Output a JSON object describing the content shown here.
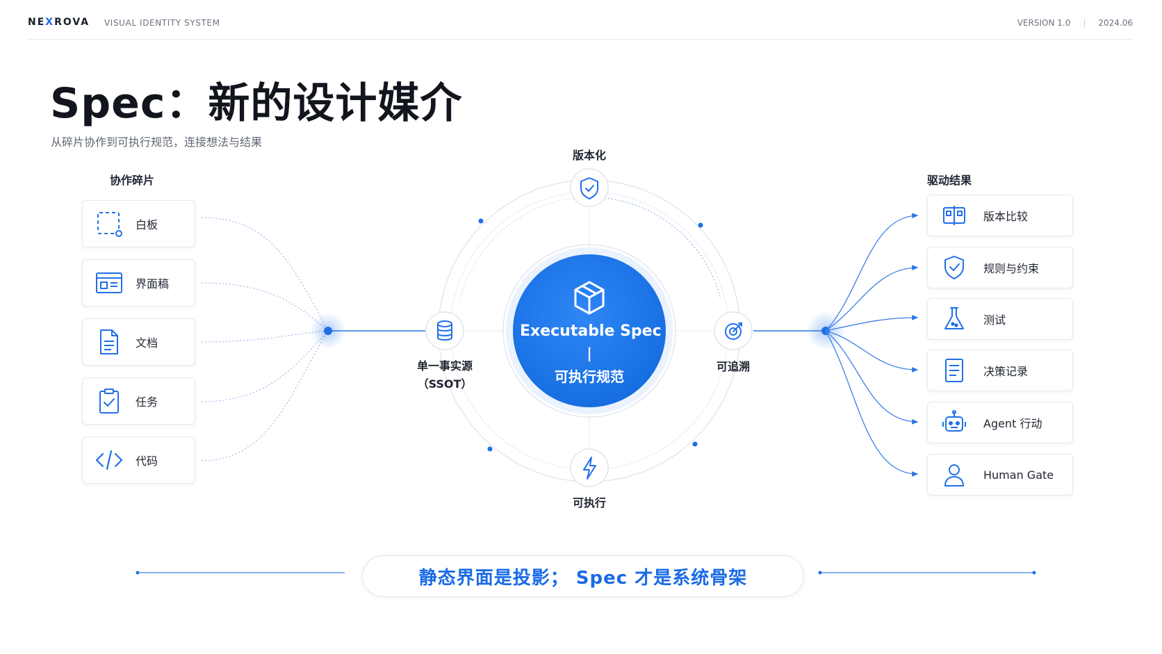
{
  "header": {
    "brand_pre": "NE",
    "brand_x": "X",
    "brand_post": "ROVA",
    "subtitle": "VISUAL IDENTITY SYSTEM",
    "version": "VERSION 1.0",
    "separator": "|",
    "date": "2024.06"
  },
  "title": "Spec：新的设计媒介",
  "subtitle": "从碎片协作到可执行规范，连接想法与结果",
  "left_column": {
    "title": "协作碎片",
    "items": [
      {
        "label": "白板",
        "icon": "whiteboard-icon"
      },
      {
        "label": "界面稿",
        "icon": "ui-draft-icon"
      },
      {
        "label": "文档",
        "icon": "document-icon"
      },
      {
        "label": "任务",
        "icon": "task-icon"
      },
      {
        "label": "代码",
        "icon": "code-icon"
      }
    ]
  },
  "right_column": {
    "title": "驱动结果",
    "items": [
      {
        "label": "版本比较",
        "icon": "compare-icon"
      },
      {
        "label": "规则与约束",
        "icon": "shield-check-icon"
      },
      {
        "label": "测试",
        "icon": "flask-icon"
      },
      {
        "label": "决策记录",
        "icon": "record-icon"
      },
      {
        "label": "Agent 行动",
        "icon": "robot-icon"
      },
      {
        "label": "Human Gate",
        "icon": "person-icon"
      }
    ]
  },
  "center": {
    "title_en": "Executable Spec",
    "divider": "|",
    "title_zh": "可执行规范",
    "icon": "cube-icon"
  },
  "nodes": {
    "top": {
      "label": "版本化",
      "icon": "shield-check-icon"
    },
    "left": {
      "label_line1": "单一事实源",
      "label_line2": "（SSOT）",
      "icon": "database-icon"
    },
    "right": {
      "label": "可追溯",
      "icon": "target-icon"
    },
    "bottom": {
      "label": "可执行",
      "icon": "lightning-icon"
    }
  },
  "banner": "静态界面是投影； Spec 才是系统骨架",
  "colors": {
    "accent": "#1f6fe8",
    "center_fill": "#1a73e8",
    "text": "#1f2430",
    "muted": "#6b7280"
  }
}
